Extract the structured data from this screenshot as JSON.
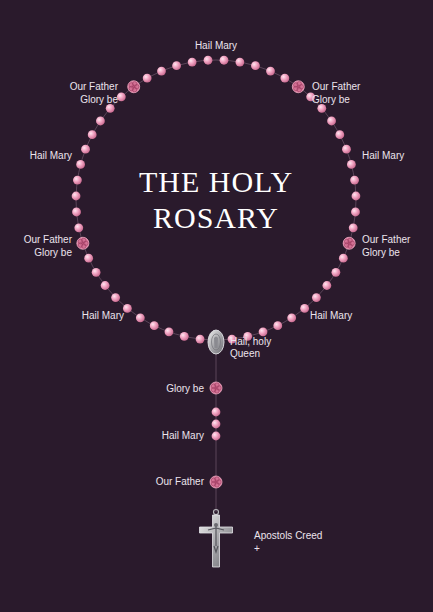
{
  "diagram": {
    "title": "THE HOLY ROSARY",
    "labels": [
      "Hail Mary",
      "Our Father",
      "Glory be",
      "Our Father",
      "Glory be",
      "Hail Mary",
      "Hail Mary",
      "Our Father",
      "Glory be",
      "Our Father",
      "Glory be",
      "Hail Mary",
      "Hail Mary",
      "Hail, holy Queen",
      "Glory be",
      "Hail Mary",
      "Our Father",
      "Apostols Creed",
      "+"
    ]
  }
}
